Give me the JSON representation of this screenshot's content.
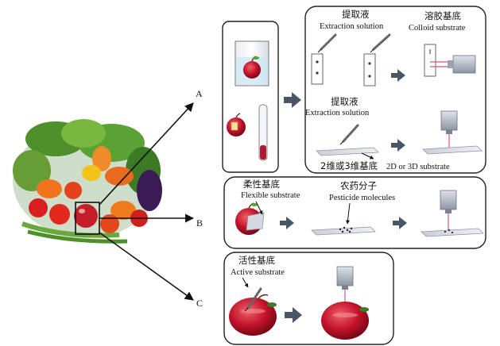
{
  "branches": {
    "a": "A",
    "b": "B",
    "c": "C"
  },
  "panel_a": {
    "extraction_zh": "提取液",
    "extraction_en": "Extraction solution",
    "colloid_zh": "溶胶基底",
    "colloid_en": "Colloid substrate",
    "extraction2_zh": "提取液",
    "extraction2_en": "Extraction solution",
    "substrate_zh": "2维或3维基底",
    "substrate_en": "2D or 3D substrate"
  },
  "panel_b": {
    "flexible_zh": "柔性基底",
    "flexible_en": "Flexible substrate",
    "pesticide_zh": "农药分子",
    "pesticide_en": "Pesticide molecules"
  },
  "panel_c": {
    "active_zh": "活性基底",
    "active_en": "Active substrate"
  },
  "icons": [
    "vegetable-basket",
    "apple",
    "beaker",
    "test-tube",
    "cuvette",
    "pipette",
    "spectrometer",
    "laser-probe",
    "arrow-right"
  ],
  "colors": {
    "apple_red": "#c2122a",
    "arrow_gray": "#4a5566",
    "laser": "#e0527a"
  }
}
